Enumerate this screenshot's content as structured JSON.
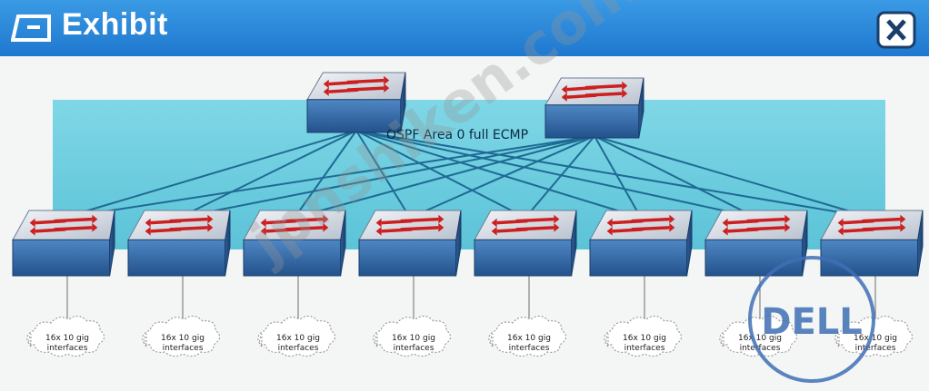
{
  "window": {
    "title": "Exhibit",
    "close_icon": "close-icon",
    "title_icon": "exhibit-icon"
  },
  "diagram": {
    "area_label": "OSPF Area 0 full ECMP",
    "spine_switches": 2,
    "leaf_switches": 8,
    "leaf_cloud_line1": "16x 10 gig",
    "leaf_cloud_line2": "interfaces"
  },
  "watermark": "jpnshiken.com",
  "logo": {
    "text": "DELL",
    "color": "#3f6fb5"
  },
  "colors": {
    "titlebar": "#2583d6",
    "area": "#6fcfe0",
    "link": "#1f6a94"
  }
}
